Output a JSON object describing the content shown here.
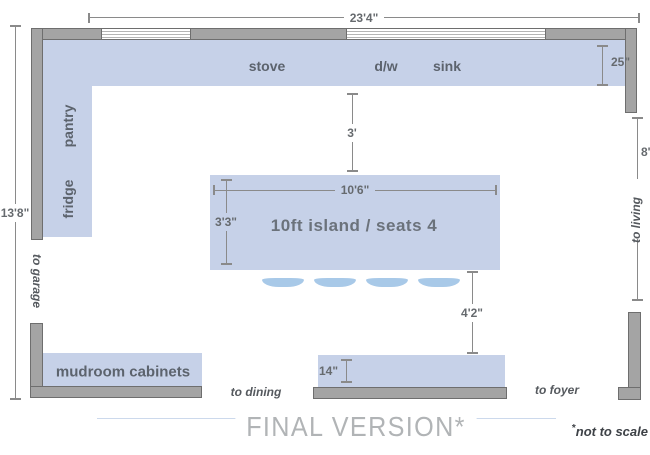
{
  "plan": {
    "fixtures": {
      "stove": "stove",
      "dishwasher": "d/w",
      "sink": "sink",
      "pantry": "pantry",
      "fridge": "fridge",
      "island": "10ft island / seats 4",
      "mudroom": "mudroom cabinets"
    },
    "rooms": {
      "garage": "to garage",
      "dining": "to dining",
      "foyer": "to foyer",
      "living": "to living"
    },
    "dimensions": {
      "overall_width": "23'4\"",
      "overall_depth": "13'8\"",
      "counter_depth": "25\"",
      "living_opening": "8'",
      "counter_to_island_gap": "3'",
      "island_length": "10'6\"",
      "island_depth": "3'3\"",
      "island_to_console_gap": "4'2\"",
      "console_depth": "14\""
    },
    "footer": {
      "title": "FINAL VERSION*",
      "note_asterisk": "*",
      "note": "not to scale"
    },
    "colors": {
      "counter": "#c6d1e8",
      "stool": "#a8c9e8",
      "wall_fill": "#a4a4a4",
      "wall_outline": "#6e6e6e",
      "dimension_line": "#8a8a8a",
      "label_text": "#5c636d",
      "footer_text": "#b1b4b6",
      "divider": "#ccd9ec"
    }
  }
}
